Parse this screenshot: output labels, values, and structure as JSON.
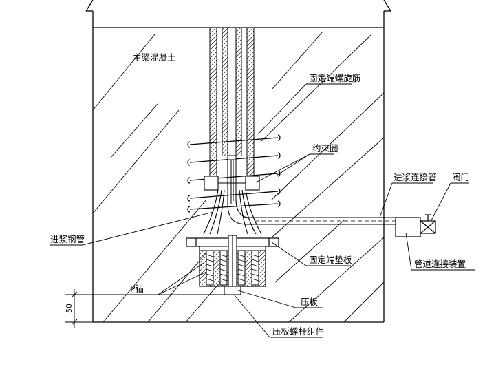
{
  "labels": {
    "concrete": "主梁混凝土",
    "spiral": "固定端螺旋筋",
    "ring": "约束圈",
    "grout_tube": "进浆连接管",
    "valve": "阀门",
    "steel_pipe": "进浆钢管",
    "fixed_plate": "固定端垫板",
    "pipe_device": "管道连接装置",
    "p_anchor": "P锚",
    "press_plate": "压板",
    "bolt_assembly": "压板螺杆组件"
  },
  "dimensions": {
    "bottom_offset": "50"
  },
  "colors": {
    "line": "#000000",
    "background": "#ffffff"
  }
}
